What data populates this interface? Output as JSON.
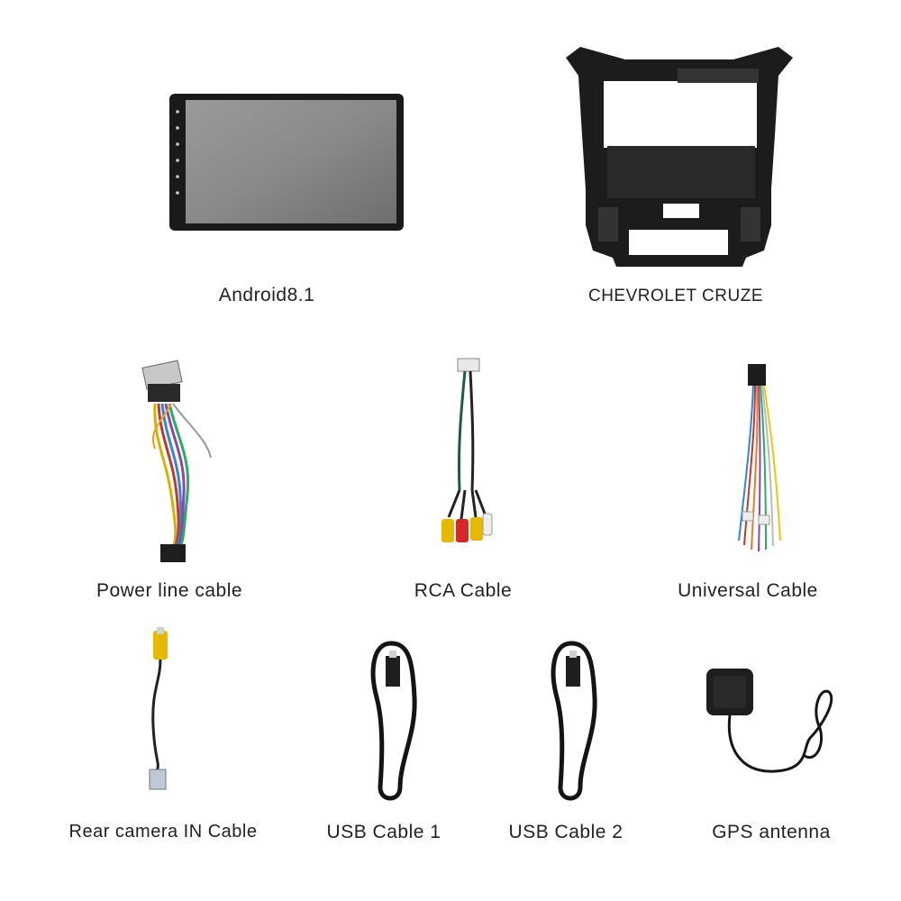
{
  "items": {
    "head_unit": {
      "label": "Android8.1",
      "icon": "car-stereo-screen-icon"
    },
    "frame": {
      "label": "CHEVROLET CRUZE",
      "icon": "dash-frame-icon"
    },
    "power_cable": {
      "label": "Power line cable",
      "icon": "power-harness-icon"
    },
    "rca_cable": {
      "label": "RCA Cable",
      "icon": "rca-cable-icon"
    },
    "universal_cable": {
      "label": "Universal Cable",
      "icon": "universal-harness-icon"
    },
    "camera_cable": {
      "label": "Rear camera IN Cable",
      "icon": "camera-cable-icon"
    },
    "usb_cable_1": {
      "label": "USB Cable 1",
      "icon": "usb-cable-icon"
    },
    "usb_cable_2": {
      "label": "USB Cable 2",
      "icon": "usb-cable-icon"
    },
    "gps_antenna": {
      "label": "GPS antenna",
      "icon": "gps-antenna-icon"
    }
  },
  "colors": {
    "background": "#ffffff",
    "text": "#222222",
    "device_body": "#1a1a1a",
    "screen": "#8c8c8c"
  }
}
